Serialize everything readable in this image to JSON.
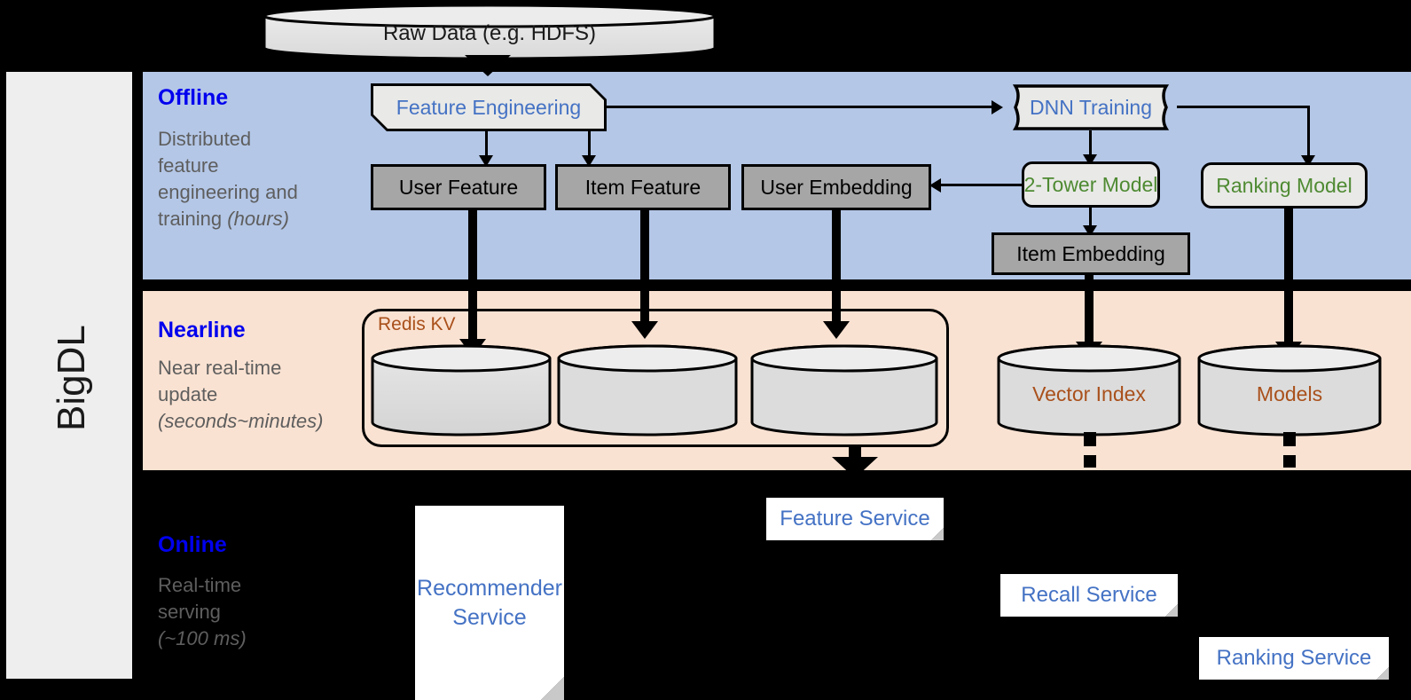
{
  "rail": {
    "label": "BigDL"
  },
  "top": {
    "raw_data": "Raw Data (e.g. HDFS)"
  },
  "bands": [
    {
      "id": "offline",
      "title": "Offline",
      "desc_line1": "Distributed",
      "desc_line2": "feature",
      "desc_line3": "engineering and",
      "desc_line4": "training ",
      "desc_italic": "(hours)",
      "bg": "#b4c7e7"
    },
    {
      "id": "nearline",
      "title": "Nearline",
      "desc_line1": "Near real-time",
      "desc_line2": "update",
      "desc_italic": "(seconds~minutes)",
      "bg": "#fae2d2"
    },
    {
      "id": "online",
      "title": "Online",
      "desc_line1": "Real-time",
      "desc_line2": "serving",
      "desc_italic": "(~100 ms)",
      "bg": "#000000"
    }
  ],
  "offline": {
    "feature_engineering": "Feature Engineering",
    "dnn_training": "DNN Training",
    "user_feature": "User Feature",
    "item_feature": "Item Feature",
    "user_embedding": "User Embedding",
    "two_tower_model": "2-Tower Model",
    "ranking_model": "Ranking Model",
    "item_embedding": "Item Embedding"
  },
  "nearline": {
    "redis_kv": "Redis KV",
    "store_user_feature": "",
    "store_item_feature": "",
    "store_user_embedding": "",
    "vector_index": "Vector Index",
    "models": "Models"
  },
  "online": {
    "recommender_service_line1": "Recommender",
    "recommender_service_line2": "Service",
    "feature_service": "Feature Service",
    "recall_service": "Recall Service",
    "ranking_service": "Ranking Service"
  },
  "colors": {
    "offline_band": "#b4c7e7",
    "nearline_band": "#fae2d2",
    "online_band": "#000000",
    "band_title": "#0000ee",
    "band_desc": "#5e5e5e",
    "blue_text": "#4472c4",
    "green_text": "#4e8a32",
    "brown_text": "#a9501b",
    "gray_node": "#a6a6a6",
    "light_node": "#e9e9e7",
    "rail_bg": "#eeeeee"
  }
}
